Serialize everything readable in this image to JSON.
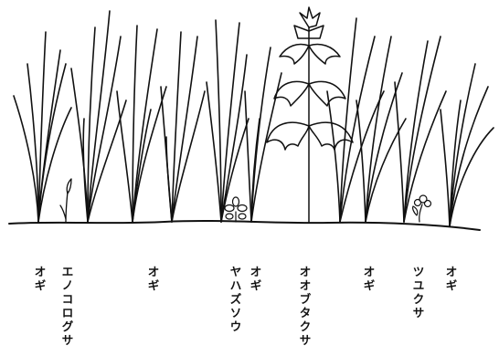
{
  "labels": {
    "oghi_1": "オギ",
    "enokorogusa": "エノコログサ",
    "oghi_2": "オギ",
    "oghi_3": "オギ",
    "yahazusou": "ヤハズソウ",
    "ootabuta": "オオブタクサ",
    "oghi_4": "オギ",
    "tsuyukusa": "ツユクサ",
    "oghi_5": "オギ"
  }
}
